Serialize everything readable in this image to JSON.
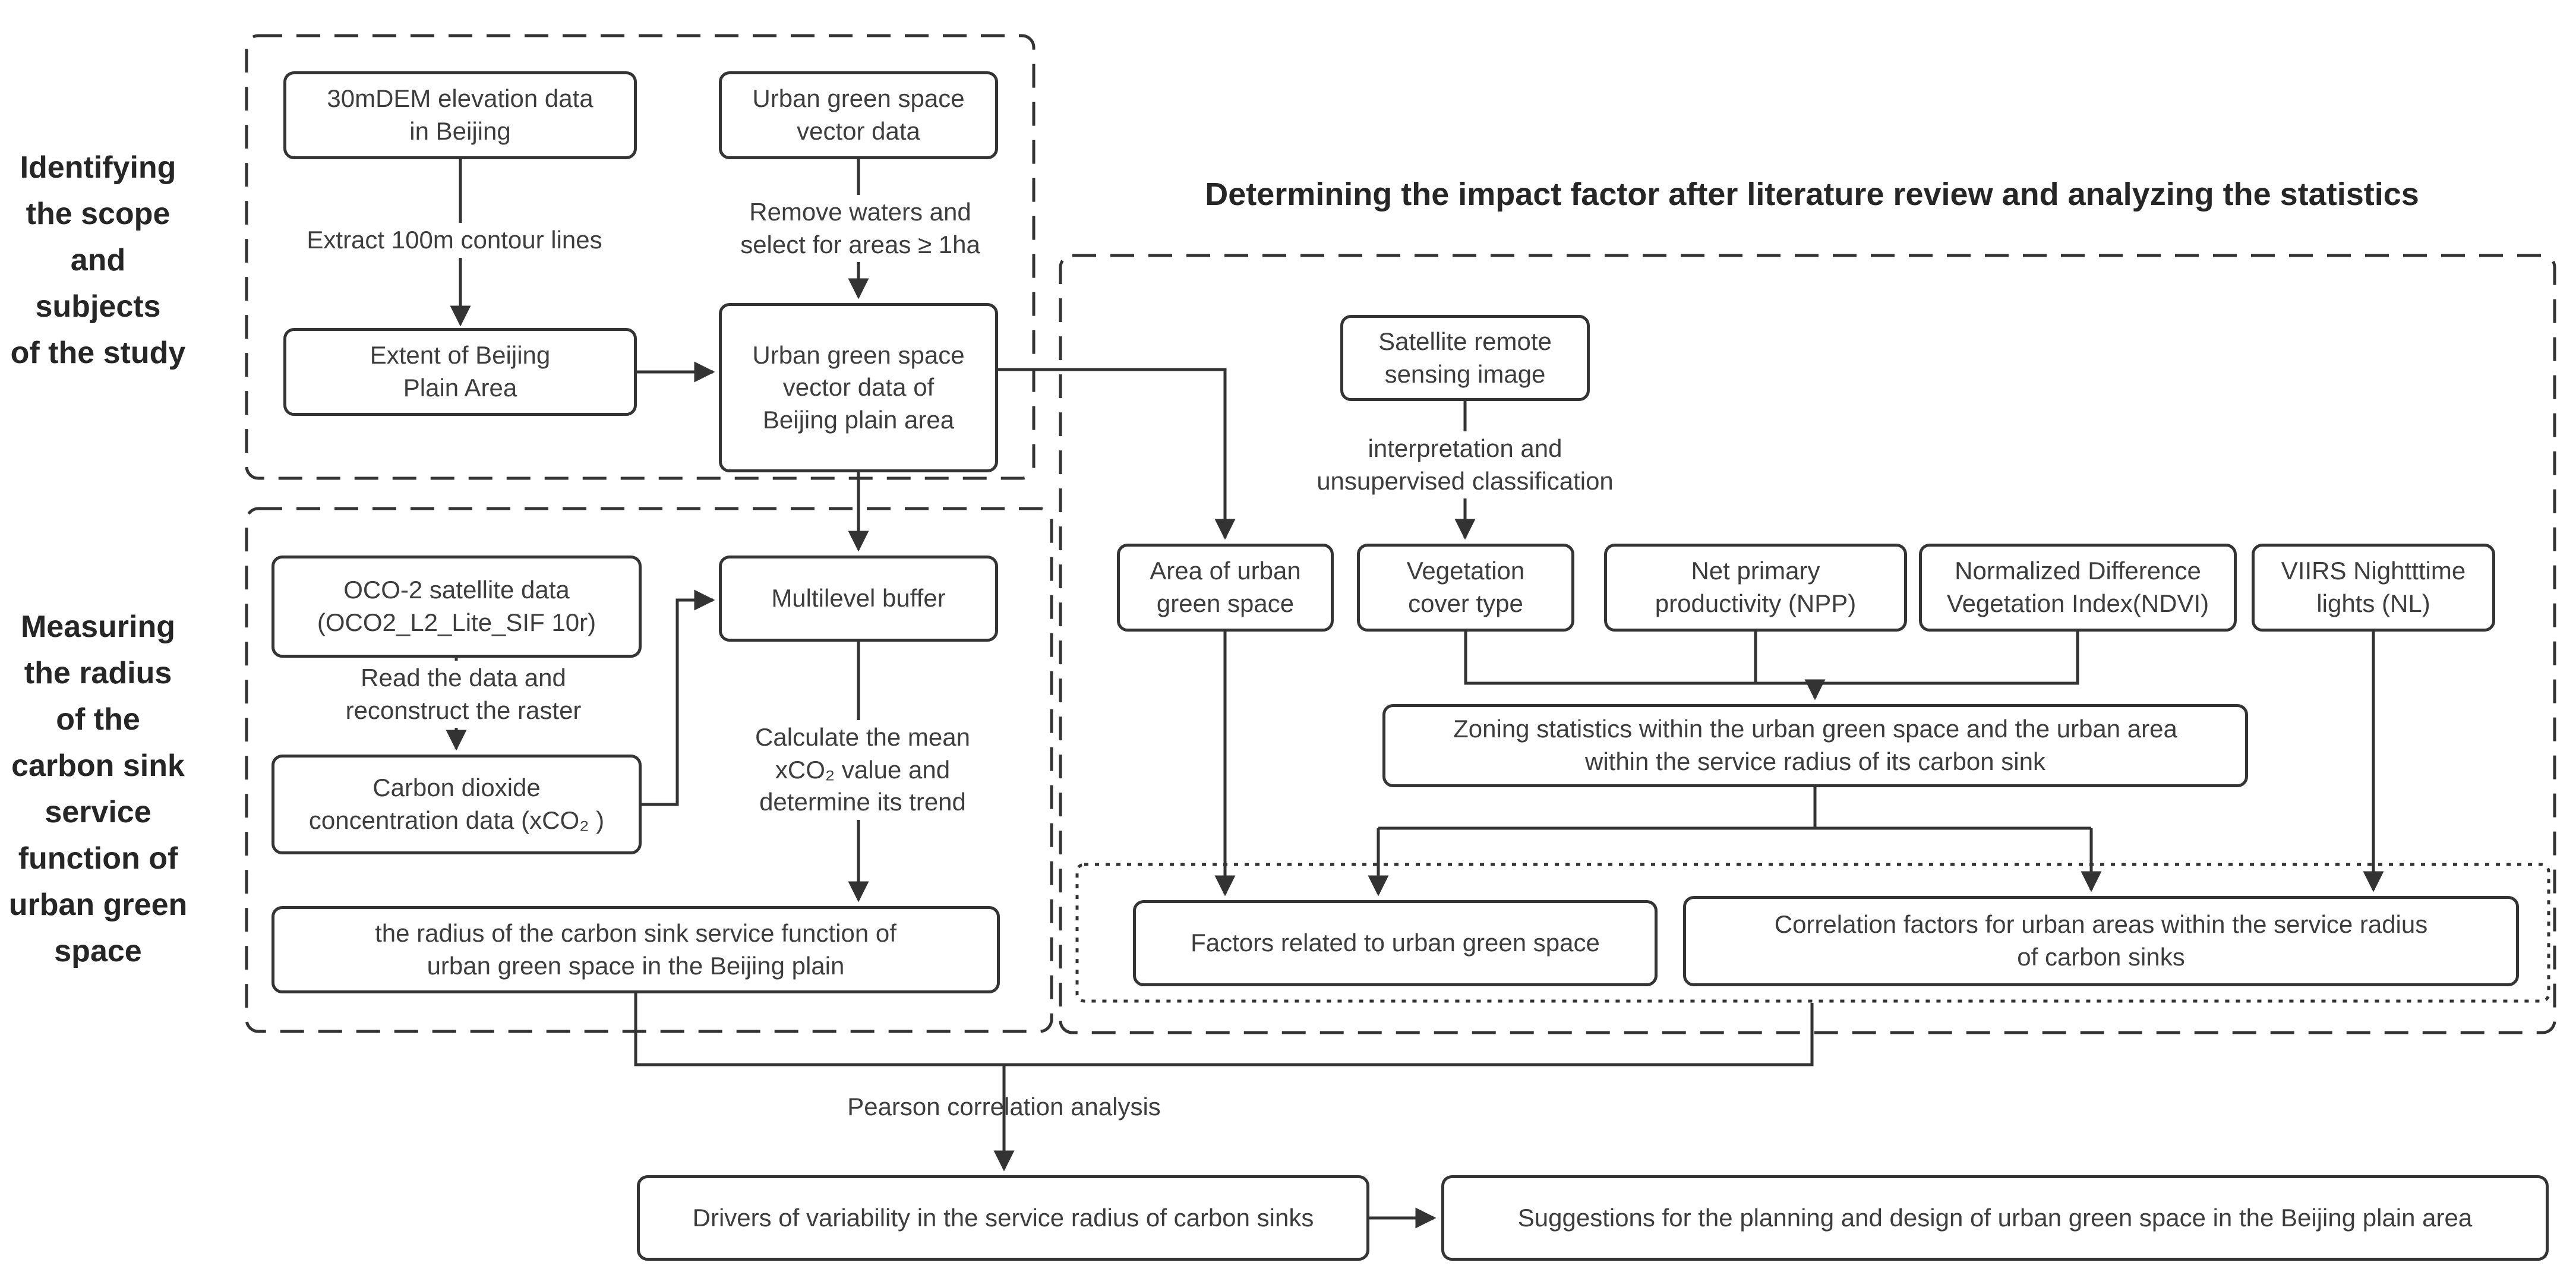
{
  "colors": {
    "line": "#333333",
    "box_border": "#343434",
    "text": "#3d3d3d",
    "background": "#ffffff"
  },
  "side_labels": {
    "identifying": "Identifying\nthe scope\nand\nsubjects\nof the study",
    "measuring": "Measuring\nthe radius\nof the\ncarbon sink\nservice\nfunction of\nurban green\nspace"
  },
  "section_title": "Determining the impact factor after literature review and analyzing the statistics",
  "boxes": {
    "dem": "30mDEM elevation data\nin Beijing",
    "ugs_vector": "Urban green space\nvector data",
    "extent": "Extent of Beijing\nPlain Area",
    "ugs_plain": "Urban green space\nvector data of\nBeijing plain area",
    "oco2": "OCO-2 satellite data\n(OCO2_L2_Lite_SIF 10r)",
    "buffer": "Multilevel buffer",
    "co2": "Carbon dioxide\nconcentration data (xCO₂ )",
    "radius": "the radius of the carbon sink service function of\nurban green space in the Beijing plain",
    "satellite": "Satellite remote\nsensing image",
    "area_ugs": "Area of urban\ngreen space",
    "veg_cover": "Vegetation\ncover type",
    "npp": "Net primary\nproductivity (NPP)",
    "ndvi": "Normalized Difference\nVegetation Index(NDVI)",
    "viirs": "VIIRS Nightttime\nlights (NL)",
    "zoning": "Zoning statistics within the urban green space and the urban area\nwithin the service radius of its carbon sink",
    "factors_ugs": "Factors related to urban green space",
    "corr_factors": "Correlation factors for urban areas within the service radius\nof carbon sinks",
    "drivers": "Drivers of variability in the service radius of carbon sinks",
    "suggestions": "Suggestions for the planning and design of urban green space in the Beijing plain area"
  },
  "edge_labels": {
    "extract": "Extract 100m contour lines",
    "remove": "Remove waters and\nselect for areas ≥ 1ha",
    "read": "Read the data and\nreconstruct the raster",
    "calculate": "Calculate the mean\nxCO₂  value and\ndetermine its trend",
    "interpret": "interpretation and\nunsupervised classification",
    "pearson": "Pearson correlation analysis"
  }
}
